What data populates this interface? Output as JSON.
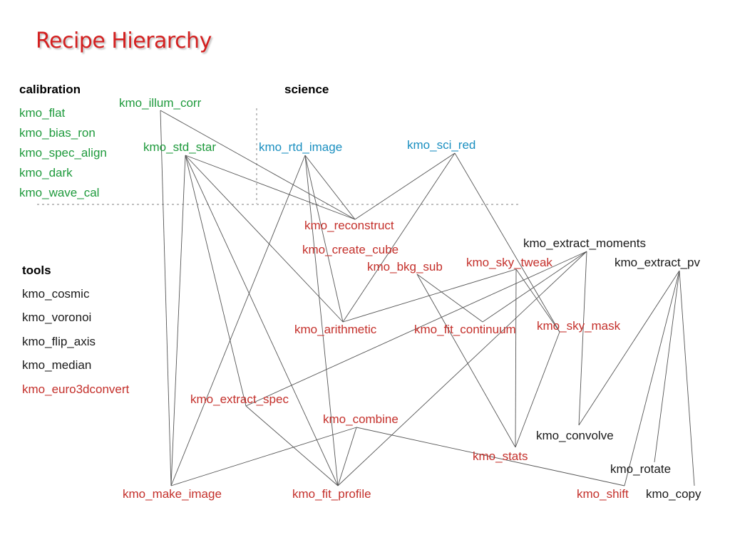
{
  "title": "Recipe Hierarchy",
  "colors": {
    "title": "#d42020",
    "calibration": "#1e9a3c",
    "science": "#1a8fc0",
    "recipe": "#c4302b",
    "tool": "#1a1a1a",
    "header": "#1a1a1a",
    "edge": "#555555",
    "divider": "#9a9a9a"
  },
  "headers": {
    "calibration": "calibration",
    "science": "science",
    "tools": "tools"
  },
  "nodes": [
    {
      "id": "flat",
      "label": "kmo_flat",
      "group": "calibration"
    },
    {
      "id": "bias_ron",
      "label": "kmo_bias_ron",
      "group": "calibration"
    },
    {
      "id": "spec_align",
      "label": "kmo_spec_align",
      "group": "calibration"
    },
    {
      "id": "dark",
      "label": "kmo_dark",
      "group": "calibration"
    },
    {
      "id": "wave_cal",
      "label": "kmo_wave_cal",
      "group": "calibration"
    },
    {
      "id": "illum_corr",
      "label": "kmo_illum_corr",
      "group": "calibration"
    },
    {
      "id": "std_star",
      "label": "kmo_std_star",
      "group": "calibration"
    },
    {
      "id": "rtd_image",
      "label": "kmo_rtd_image",
      "group": "science"
    },
    {
      "id": "sci_red",
      "label": "kmo_sci_red",
      "group": "science"
    },
    {
      "id": "reconstruct",
      "label": "kmo_reconstruct",
      "group": "recipe"
    },
    {
      "id": "create_cube",
      "label": "kmo_create_cube",
      "group": "recipe"
    },
    {
      "id": "bkg_sub",
      "label": "kmo_bkg_sub",
      "group": "recipe"
    },
    {
      "id": "sky_tweak",
      "label": "kmo_sky_tweak",
      "group": "recipe"
    },
    {
      "id": "extract_moments",
      "label": "kmo_extract_moments",
      "group": "tool"
    },
    {
      "id": "extract_pv",
      "label": "kmo_extract_pv",
      "group": "tool"
    },
    {
      "id": "cosmic",
      "label": "kmo_cosmic",
      "group": "tool"
    },
    {
      "id": "voronoi",
      "label": "kmo_voronoi",
      "group": "tool"
    },
    {
      "id": "flip_axis",
      "label": "kmo_flip_axis",
      "group": "tool"
    },
    {
      "id": "median",
      "label": "kmo_median",
      "group": "tool"
    },
    {
      "id": "euro3dconvert",
      "label": "kmo_euro3dconvert",
      "group": "recipe"
    },
    {
      "id": "arithmetic",
      "label": "kmo_arithmetic",
      "group": "recipe"
    },
    {
      "id": "fit_continuum",
      "label": "kmo_fit_continuum",
      "group": "recipe"
    },
    {
      "id": "sky_mask",
      "label": "kmo_sky_mask",
      "group": "recipe"
    },
    {
      "id": "extract_spec",
      "label": "kmo_extract_spec",
      "group": "recipe"
    },
    {
      "id": "combine",
      "label": "kmo_combine",
      "group": "recipe"
    },
    {
      "id": "convolve",
      "label": "kmo_convolve",
      "group": "tool"
    },
    {
      "id": "stats",
      "label": "kmo_stats",
      "group": "recipe"
    },
    {
      "id": "rotate",
      "label": "kmo_rotate",
      "group": "tool"
    },
    {
      "id": "make_image",
      "label": "kmo_make_image",
      "group": "recipe"
    },
    {
      "id": "fit_profile",
      "label": "kmo_fit_profile",
      "group": "recipe"
    },
    {
      "id": "shift",
      "label": "kmo_shift",
      "group": "recipe"
    },
    {
      "id": "copy",
      "label": "kmo_copy",
      "group": "tool"
    }
  ],
  "edges": [
    [
      "illum_corr",
      "make_image"
    ],
    [
      "illum_corr",
      "reconstruct"
    ],
    [
      "std_star",
      "reconstruct"
    ],
    [
      "std_star",
      "make_image"
    ],
    [
      "std_star",
      "extract_spec"
    ],
    [
      "std_star",
      "fit_profile"
    ],
    [
      "std_star",
      "arithmetic"
    ],
    [
      "rtd_image",
      "reconstruct"
    ],
    [
      "rtd_image",
      "arithmetic"
    ],
    [
      "rtd_image",
      "fit_profile"
    ],
    [
      "rtd_image",
      "make_image"
    ],
    [
      "sci_red",
      "reconstruct"
    ],
    [
      "sci_red",
      "arithmetic"
    ],
    [
      "sci_red",
      "sky_mask"
    ],
    [
      "sky_tweak",
      "arithmetic"
    ],
    [
      "sky_tweak",
      "stats"
    ],
    [
      "sky_tweak",
      "sky_mask"
    ],
    [
      "bkg_sub",
      "fit_continuum"
    ],
    [
      "bkg_sub",
      "stats"
    ],
    [
      "extract_moments",
      "extract_spec"
    ],
    [
      "extract_moments",
      "fit_profile"
    ],
    [
      "extract_moments",
      "convolve"
    ],
    [
      "extract_moments",
      "fit_continuum"
    ],
    [
      "extract_pv",
      "convolve"
    ],
    [
      "extract_pv",
      "shift"
    ],
    [
      "extract_pv",
      "rotate"
    ],
    [
      "extract_pv",
      "copy"
    ],
    [
      "sky_mask",
      "stats"
    ],
    [
      "extract_spec",
      "fit_profile"
    ],
    [
      "combine",
      "make_image"
    ],
    [
      "combine",
      "fit_profile"
    ],
    [
      "combine",
      "shift"
    ]
  ]
}
